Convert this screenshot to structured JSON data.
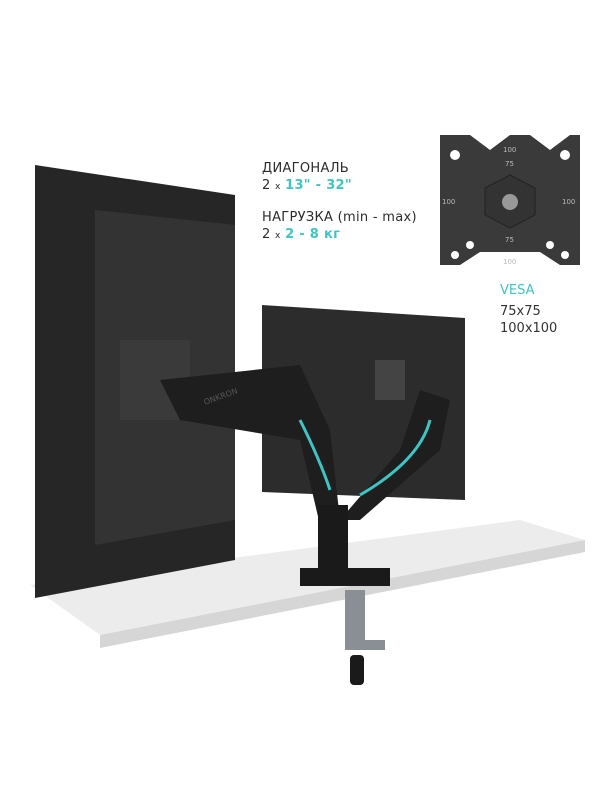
{
  "specs": {
    "diagonal": {
      "label": "ДИАГОНАЛЬ",
      "count": "2",
      "times": "x",
      "value": "13\" - 32\""
    },
    "load": {
      "label": "НАГРУЗКА (min - max)",
      "count": "2",
      "times": "x",
      "value": "2 - 8 кг"
    }
  },
  "vesa": {
    "title": "VESA",
    "sizes": [
      "75x75",
      "100x100"
    ],
    "plate_labels": {
      "top": "100",
      "inner_top": "75",
      "left": "100",
      "right": "100",
      "inner_bottom": "75",
      "bottom": "100"
    }
  },
  "logo_text": "ONKRON",
  "colors": {
    "accent": "#3fc4c4",
    "monitor": "#2a2a2a",
    "desk": "#e9e9e9"
  }
}
